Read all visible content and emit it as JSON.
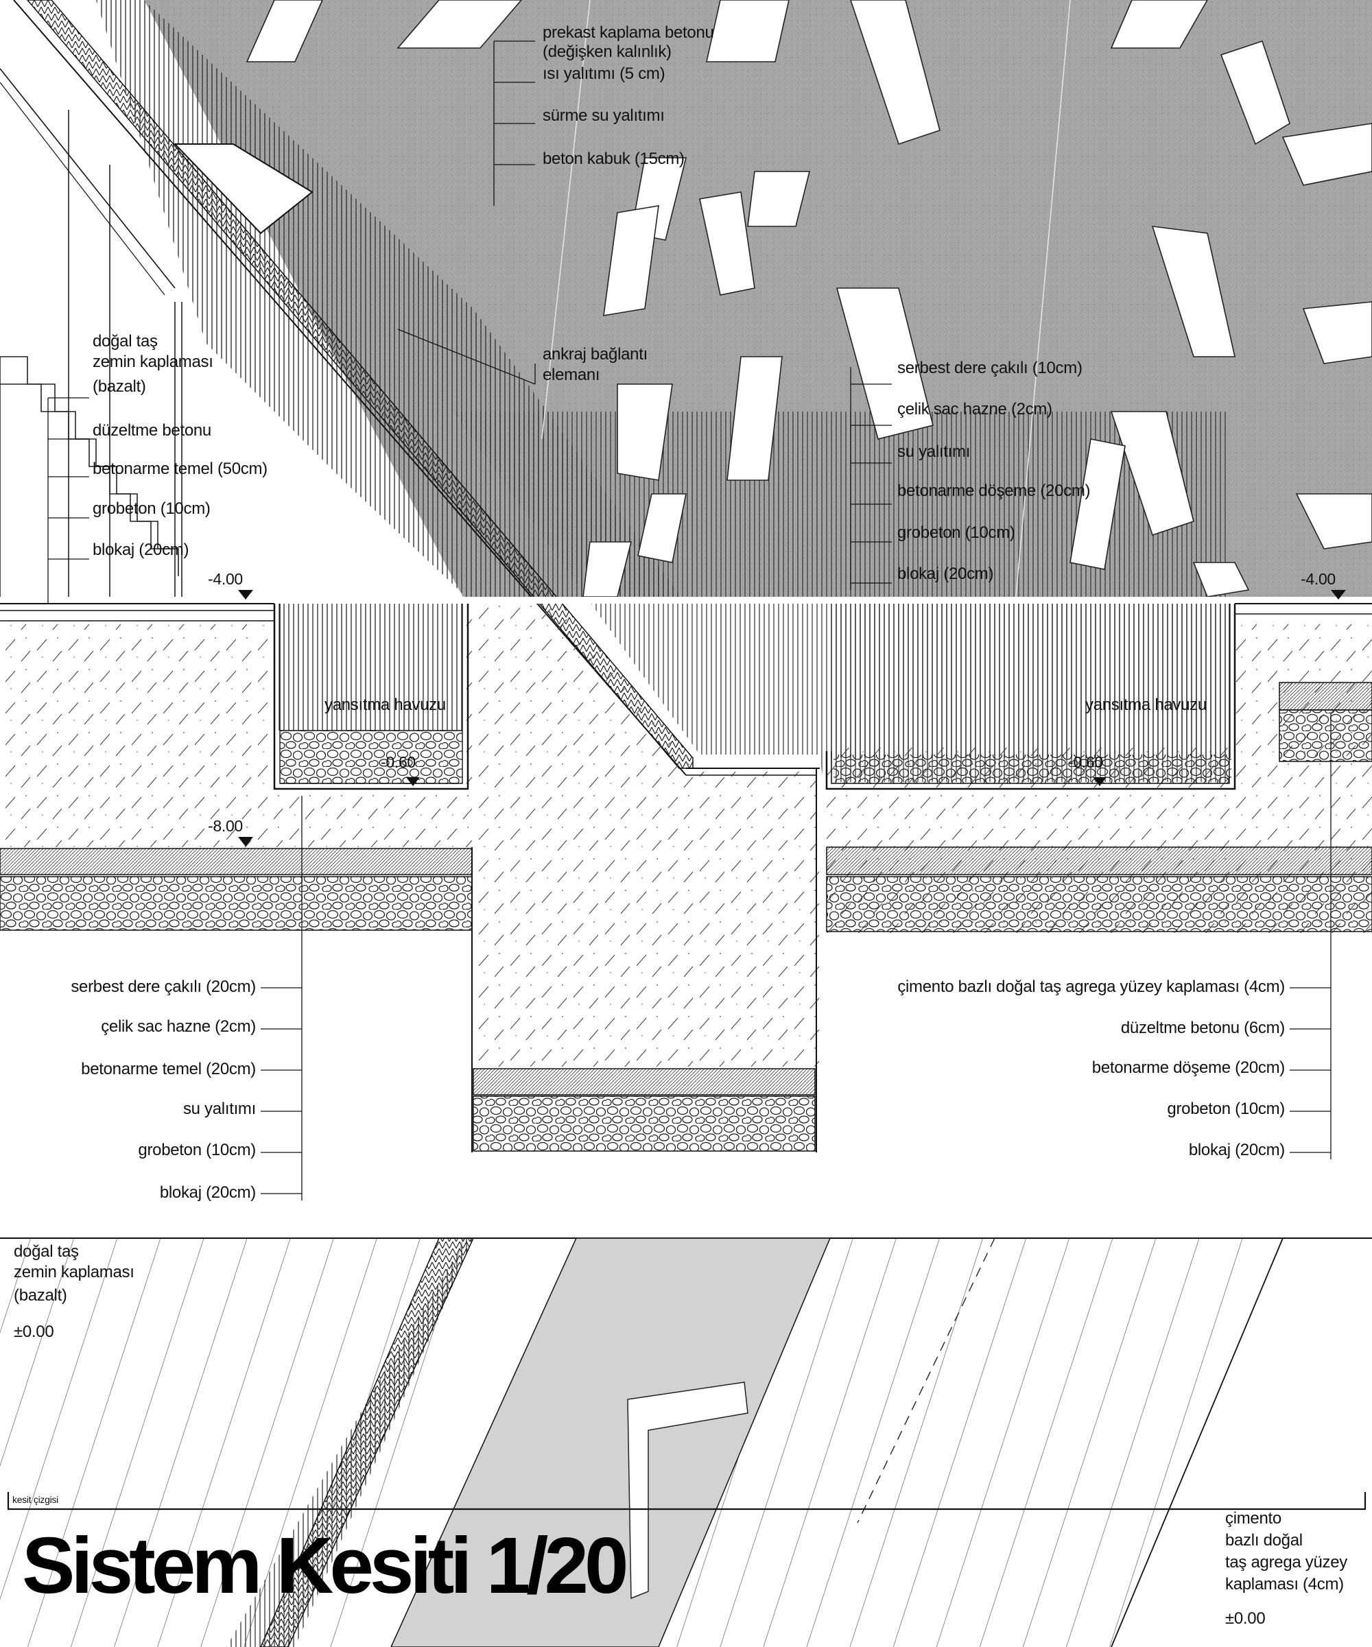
{
  "title": "Sistem Kesiti 1/20",
  "top_labels": {
    "precast_line1": "prekast kaplama betonu",
    "precast_line2": "(değişken kalınlık)",
    "insulation": "ısı yalıtımı (5 cm)",
    "waterproofing": "sürme su yalıtımı",
    "concrete_shell": "beton kabuk (15cm)",
    "anchor_line1": "ankraj bağlantı",
    "anchor_line2": "elemanı"
  },
  "left_upper": {
    "stone_line1": "doğal taş",
    "stone_line2": "zemin kaplaması",
    "stone_line3": "(bazalt)",
    "screed": "düzeltme betonu",
    "foundation": "betonarme  temel (50cm)",
    "lean_concrete": "grobeton (10cm)",
    "blockage": "blokaj (20cm)"
  },
  "right_upper": {
    "gravel": "serbest dere çakılı (10cm)",
    "steel_tank": "çelik sac hazne (2cm)",
    "waterproofing": "su yalıtımı",
    "slab": "betonarme döşeme (20cm)",
    "lean_concrete": "grobeton (10cm)",
    "blockage": "blokaj (20cm)"
  },
  "levels": {
    "left_top": "-4.00",
    "right_top": "-4.00",
    "pool_left": "-0.60",
    "pool_right": "-0.60",
    "left_bottom": "-8.00"
  },
  "pools": {
    "left": "yansıtma havuzu",
    "right": "yansıtma havuzu"
  },
  "left_lower": {
    "gravel": "serbest dere çakılı (20cm)",
    "steel_tank": "çelik sac hazne (2cm)",
    "foundation": "betonarme  temel (20cm)",
    "waterproofing": "su yalıtımı",
    "lean_concrete": "grobeton (10cm)",
    "blockage": "blokaj (20cm)"
  },
  "right_lower": {
    "surface": "çimento bazlı doğal taş agrega yüzey kaplaması (4cm)",
    "screed": "düzeltme betonu (6cm)",
    "slab": "betonarme döşeme (20cm)",
    "lean_concrete": "grobeton (10cm)",
    "blockage": "blokaj (20cm)"
  },
  "plan": {
    "stone_line1": "doğal taş",
    "stone_line2": "zemin kaplaması",
    "stone_line3": "(bazalt)",
    "stone_level": "±0.00",
    "section_line": "kesit çizgisi",
    "surface_line1": "çimento",
    "surface_line2": "bazlı doğal",
    "surface_line3": "taş agrega yüzey",
    "surface_line4": "kaplaması (4cm)",
    "surface_level": "±0.00"
  },
  "colors": {
    "wall_grey": "#a4a4a4",
    "path_grey": "#d2d2d2",
    "line": "#111111",
    "hatch": "#444444"
  }
}
